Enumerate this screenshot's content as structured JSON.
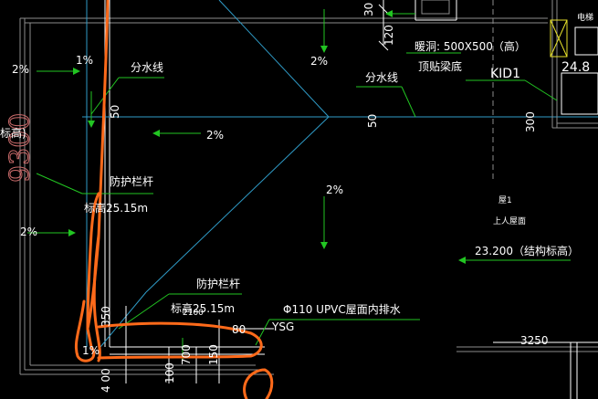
{
  "drawing": {
    "labels": {
      "slope_2pct": "2%",
      "slope_1pct": "1%",
      "ridge_line": "分水线",
      "guardrail": "防护栏杆",
      "guardrail_elev": "标高25.15m",
      "opening": "暖洞: 500X500（高）",
      "opening_note": "顶贴梁底",
      "kid": "KID1",
      "roof_label": "屋1",
      "roof_sub": "上人屋面",
      "struct_elev": "23.200（结构标高）",
      "elev_2480": "24.8",
      "drain": "Φ110 UPVC屋面内排水",
      "ysg": "YSG",
      "dim_3250": "3250",
      "dim_9300": "9300",
      "dim_50": "50",
      "dim_300": "300",
      "dim_30": "30",
      "dim_120": "120",
      "dim_80": "80",
      "dim_100": "100",
      "dim_400": "4 00",
      "dim_700": "700",
      "dim_350": "350",
      "dim_150": "150",
      "dim_2100": "2100",
      "side_elev": "标高)",
      "elevator": "电梯"
    }
  }
}
